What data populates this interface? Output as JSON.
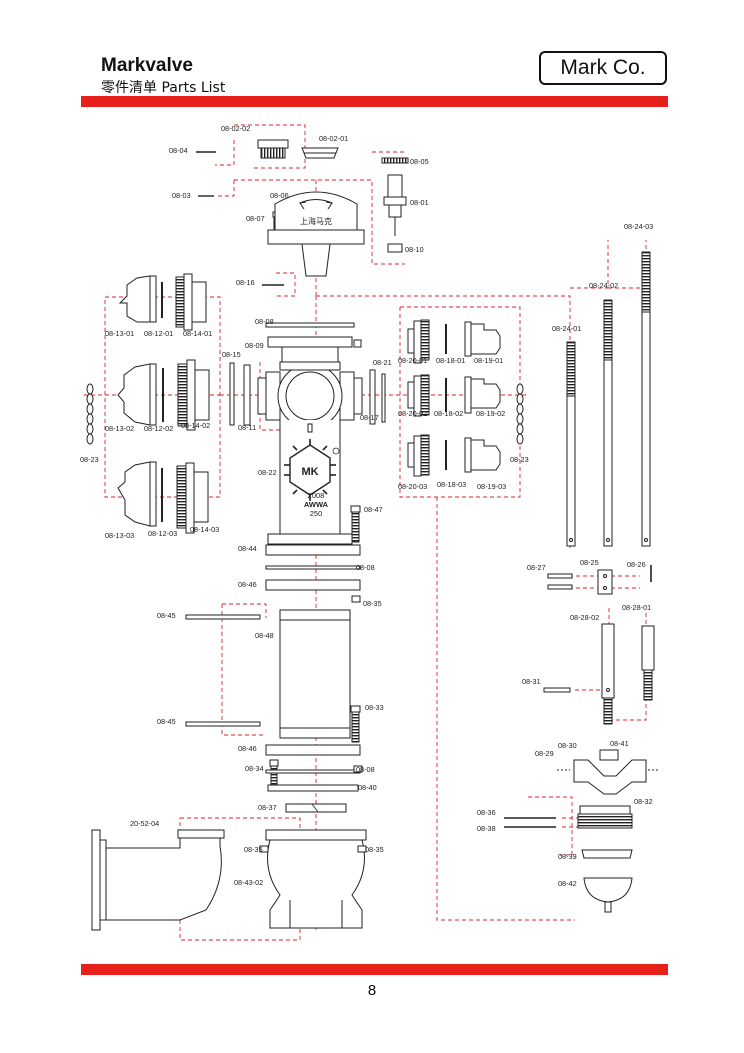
{
  "header": {
    "brand": "Markvalve",
    "subtitle": "零件清单 Parts List",
    "company": "Mark Co."
  },
  "footer": {
    "page_number": "8"
  },
  "diagram": {
    "body_marking": {
      "logo": "MK",
      "year": "2008",
      "standard": "AWWA",
      "size": "250"
    },
    "cap_marking": "上海马克",
    "part_labels": [
      "08-02-02",
      "08-02-01",
      "08-04",
      "08-05",
      "08-03",
      "08-01",
      "08-06",
      "08-07",
      "08-10",
      "08-16",
      "08-08",
      "08-09",
      "08-15",
      "08-13-01",
      "08-12-01",
      "08-14-01",
      "08-20-01",
      "08-18-01",
      "08-19-01",
      "08-21",
      "08-13-02",
      "08-12-02",
      "08-14-02",
      "08-11",
      "08-17",
      "08-20-02",
      "08-18-02",
      "08-19-02",
      "08-23",
      "08-23",
      "08-22",
      "08-13-03",
      "08-12-03",
      "08-14-03",
      "08-20-03",
      "08-18-03",
      "08-19-03",
      "08-47",
      "08-24-03",
      "08-24-02",
      "08-24-01",
      "08-44",
      "08-08",
      "08-46",
      "08-35",
      "08-45",
      "08-48",
      "08-45",
      "08-33",
      "08-25",
      "08-26",
      "08-27",
      "08-28-01",
      "08-28-02",
      "08-31",
      "08-46",
      "08-34",
      "08-08",
      "08-40",
      "08-37",
      "08-30",
      "08-41",
      "08-29",
      "08-32",
      "08-36",
      "08-38",
      "08-39",
      "08-42",
      "20-52-04",
      "08-35",
      "08-35",
      "08-43-02"
    ]
  }
}
